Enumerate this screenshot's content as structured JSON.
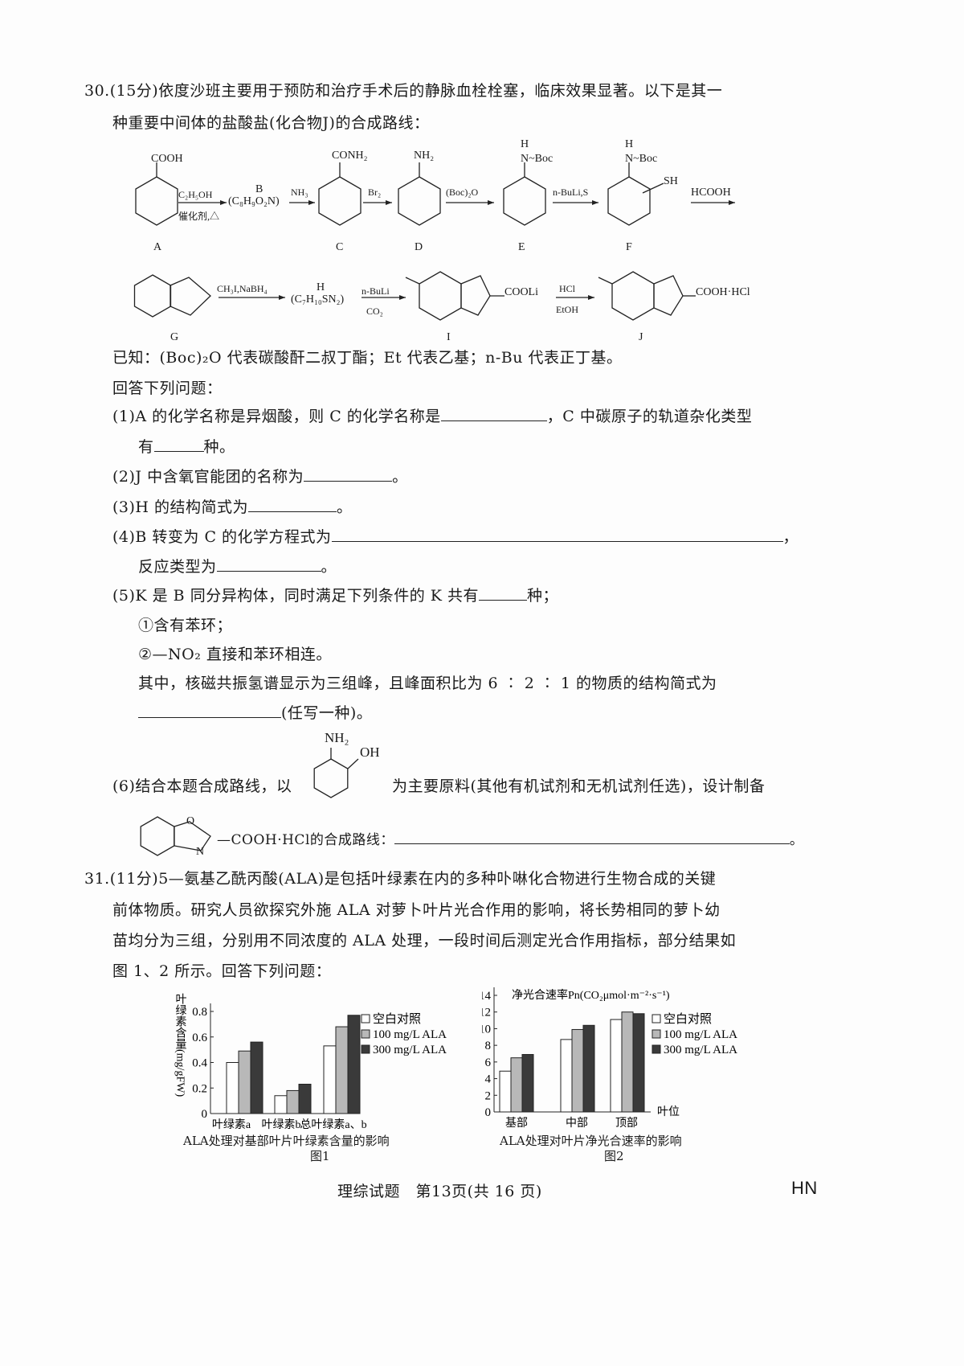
{
  "q30": {
    "line1": "30.(15分)依度沙班主要用于预防和治疗手术后的静脉血栓栓塞，临床效果显著。以下是其一",
    "line2": "种重要中间体的盐酸盐(化合物J)的合成路线：",
    "scheme": {
      "A_sub": "COOH",
      "A": "A",
      "r1_top": "C₂H₅OH",
      "r1_bot": "催化剂,△",
      "B_label": "B",
      "B_formula": "(C₈H₉O₂N)",
      "r2": "NH₃",
      "C_sub": "CONH₂",
      "C": "C",
      "r3": "Br₂",
      "D_sub": "NH₂",
      "D": "D",
      "r4": "(Boc)₂O",
      "E_sub": "N~Boc",
      "E_H": "H",
      "E": "E",
      "r5": "n-BuLi,S",
      "F_sub": "N~Boc",
      "F_H": "H",
      "F_sh": "SH",
      "F": "F",
      "r6": "HCOOH",
      "G": "G",
      "r7": "CH₃I,NaBH₄",
      "H_label": "H",
      "H_formula": "(C₇H₁₀SN₂)",
      "r8_top": "n-BuLi",
      "r8_bot": "CO₂",
      "I_sub": "COOLi",
      "I": "I",
      "r9_top": "HCl",
      "r9_bot": "EtOH",
      "J_sub": "COOH·HCl",
      "J": "J"
    },
    "known": "已知：(Boc)₂O 代表碳酸酐二叔丁酯；Et 代表乙基；n-Bu 代表正丁基。",
    "answer_intro": "回答下列问题：",
    "p1a": "(1)A 的化学名称是异烟酸，则 C 的化学名称是",
    "p1b": "，C 中碳原子的轨道杂化类型",
    "p1c": "有",
    "p1d": "种。",
    "p2": "(2)J 中含氧官能团的名称为",
    "p2end": "。",
    "p3": "(3)H 的结构简式为",
    "p3end": "。",
    "p4": "(4)B 转变为 C 的化学方程式为",
    "p4end": "，",
    "p4b": "反应类型为",
    "p4bend": "。",
    "p5": "(5)K 是 B 同分异构体，同时满足下列条件的 K 共有",
    "p5end": "种；",
    "c1": "①含有苯环；",
    "c2": "②—NO₂ 直接和苯环相连。",
    "p5c": "其中，核磁共振氢谱显示为三组峰，且峰面积比为 6 ∶ 2 ∶ 1 的物质的结构简式为",
    "p5d": "(任写一种)。",
    "p6_nh2": "NH₂",
    "p6_oh": "OH",
    "p6a": "(6)结合本题合成路线，以",
    "p6b": "为主要原料(其他有机试剂和无机试剂任选)，设计制备",
    "p6c": "—COOH·HCl的合成路线：",
    "p6end": "。",
    "p6_ring_o": "O",
    "p6_ring_n": "N"
  },
  "q31": {
    "line1": "31.(11分)5—氨基乙酰丙酸(ALA)是包括叶绿素在内的多种卟啉化合物进行生物合成的关键",
    "line2": "前体物质。研究人员欲探究外施 ALA 对萝卜叶片光合作用的影响，将长势相同的萝卜幼",
    "line3": "苗均分为三组，分别用不同浓度的 ALA 处理，一段时间后测定光合作用指标，部分结果如",
    "line4": "图 1、2 所示。回答下列问题："
  },
  "chart_data": [
    {
      "type": "bar",
      "title": "ALA处理对基部叶片叶绿素含量的影响",
      "figure": "图1",
      "ylabel": "叶绿素含量(mg/gFW)",
      "xlabel": "",
      "categories": [
        "叶绿素a",
        "叶绿素b",
        "总叶绿素a、b"
      ],
      "yticks": [
        "0",
        "0.2",
        "0.4",
        "0.6",
        "0.8"
      ],
      "ylim": [
        0,
        0.8
      ],
      "legend": "top-right",
      "series": [
        {
          "name": "空白对照",
          "color": "#ffffff",
          "values": [
            0.4,
            0.14,
            0.53
          ]
        },
        {
          "name": "100 mg/L ALA",
          "color": "#b8b8b8",
          "values": [
            0.49,
            0.18,
            0.68
          ]
        },
        {
          "name": "300 mg/L ALA",
          "color": "#3a3a3a",
          "values": [
            0.56,
            0.23,
            0.77
          ]
        }
      ]
    },
    {
      "type": "bar",
      "title": "ALA处理对叶片净光合速率的影响",
      "figure": "图2",
      "ylabel": "净光合速率Pn(CO₂μmol·m⁻²·s⁻¹)",
      "xlabel": "叶位",
      "categories": [
        "基部",
        "中部",
        "顶部"
      ],
      "yticks": [
        "0",
        "2",
        "4",
        "6",
        "8",
        "10",
        "12",
        "14"
      ],
      "ylim": [
        0,
        14
      ],
      "legend": "top-right",
      "series": [
        {
          "name": "空白对照",
          "color": "#ffffff",
          "values": [
            4.9,
            8.7,
            11.1
          ]
        },
        {
          "name": "100 mg/L ALA",
          "color": "#b8b8b8",
          "values": [
            6.5,
            9.9,
            12.0
          ]
        },
        {
          "name": "300 mg/L ALA",
          "color": "#3a3a3a",
          "values": [
            6.9,
            10.4,
            11.8
          ]
        }
      ]
    }
  ],
  "footer": {
    "center": "理综试题　第13页(共 16 页)",
    "right": "HN"
  }
}
